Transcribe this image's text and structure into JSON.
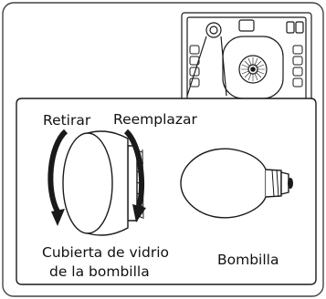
{
  "labels": {
    "remove": "Retirar",
    "replace": "Reemplazar",
    "glass_cover_line1": "Cubierta de vidrio",
    "glass_cover_line2": "de la bombilla",
    "bulb": "Bombilla"
  },
  "colors": {
    "outline": "#1a1a1a",
    "arrow": "#1a1a1a",
    "callout_fill": "#ffffff",
    "frame": "#444444"
  }
}
